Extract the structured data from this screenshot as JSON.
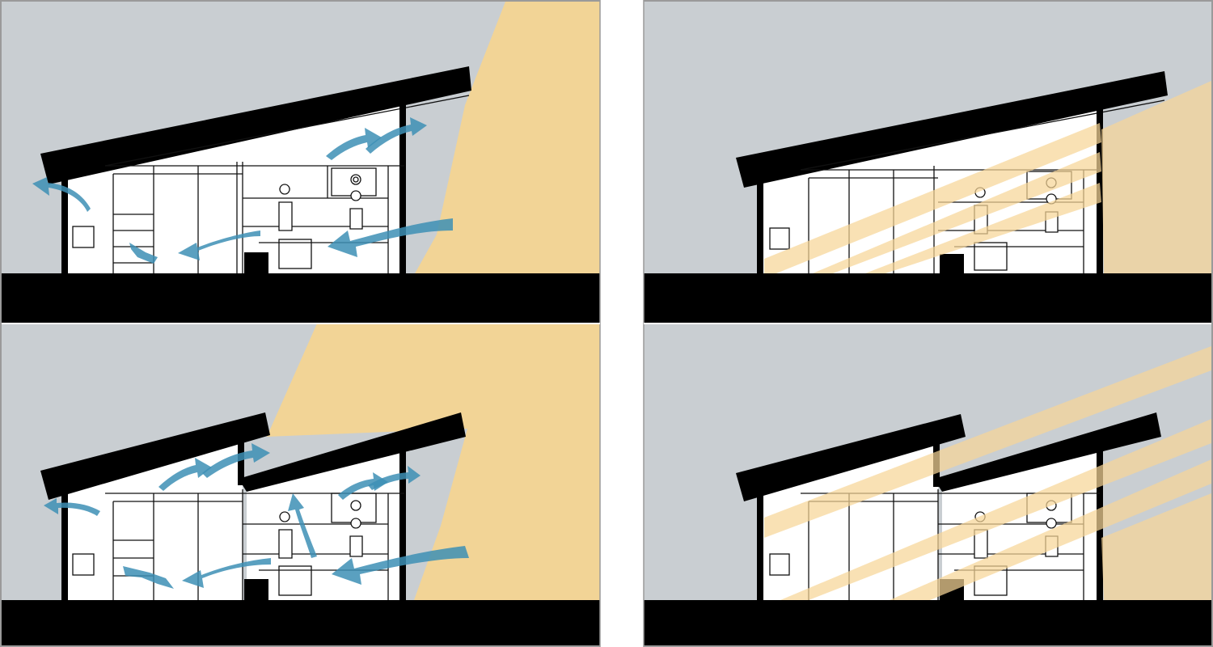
{
  "figure": {
    "panels": [
      {
        "id": "top-left",
        "topic": "ventilation",
        "roof": "single-shed"
      },
      {
        "id": "top-right",
        "topic": "daylight",
        "roof": "single-shed"
      },
      {
        "id": "bottom-left",
        "topic": "ventilation",
        "roof": "split-shed"
      },
      {
        "id": "bottom-right",
        "topic": "daylight",
        "roof": "split-shed"
      }
    ],
    "colors": {
      "sky": "#c9ced2",
      "sunlight": "#f2d496",
      "airflow": "#3d8fb5",
      "ground": "#000000",
      "frame": "#9a9a9a"
    },
    "icons": [
      "airflow-arrow-icon",
      "sun-ray-icon",
      "person-icon",
      "chair-icon"
    ]
  }
}
